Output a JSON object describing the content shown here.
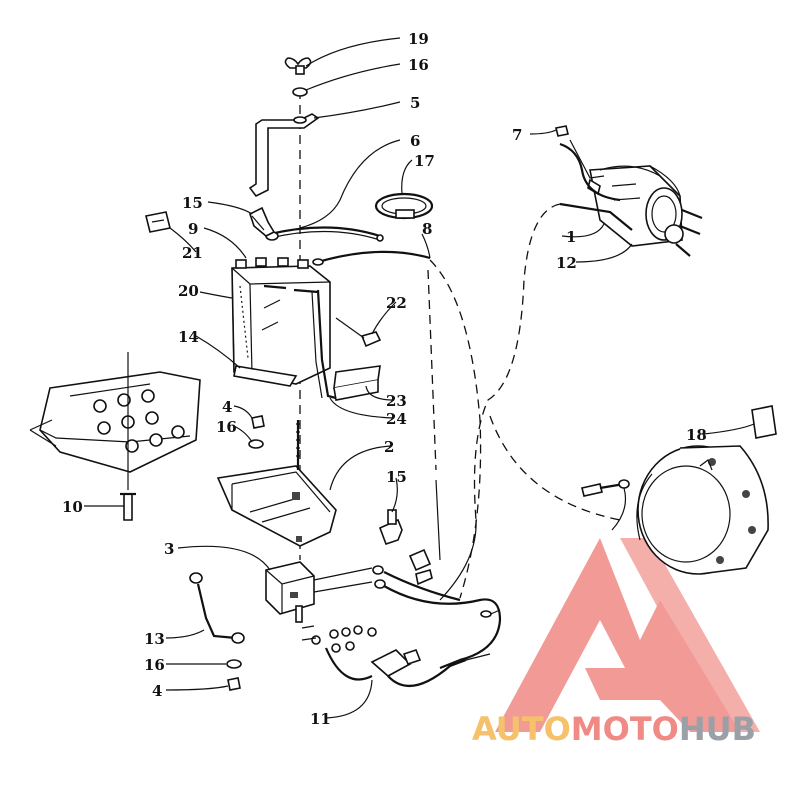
{
  "callouts": [
    {
      "label": "19"
    },
    {
      "label": "16"
    },
    {
      "label": "5"
    },
    {
      "label": "6"
    },
    {
      "label": "17"
    },
    {
      "label": "7"
    },
    {
      "label": "15"
    },
    {
      "label": "9"
    },
    {
      "label": "21"
    },
    {
      "label": "8"
    },
    {
      "label": "1"
    },
    {
      "label": "12"
    },
    {
      "label": "20"
    },
    {
      "label": "22"
    },
    {
      "label": "14"
    },
    {
      "label": "23"
    },
    {
      "label": "24"
    },
    {
      "label": "4"
    },
    {
      "label": "16"
    },
    {
      "label": "2"
    },
    {
      "label": "18"
    },
    {
      "label": "10"
    },
    {
      "label": "15"
    },
    {
      "label": "3"
    },
    {
      "label": "13"
    },
    {
      "label": "16"
    },
    {
      "label": "4"
    },
    {
      "label": "11"
    }
  ],
  "watermark": {
    "part1": "AUTO",
    "part2": "MOTO",
    "part3": "HUB",
    "colors": {
      "triangle": "#f08a84",
      "auto": "#f5c16a",
      "moto": "#f08a84",
      "hub": "#9aa0a6"
    }
  }
}
